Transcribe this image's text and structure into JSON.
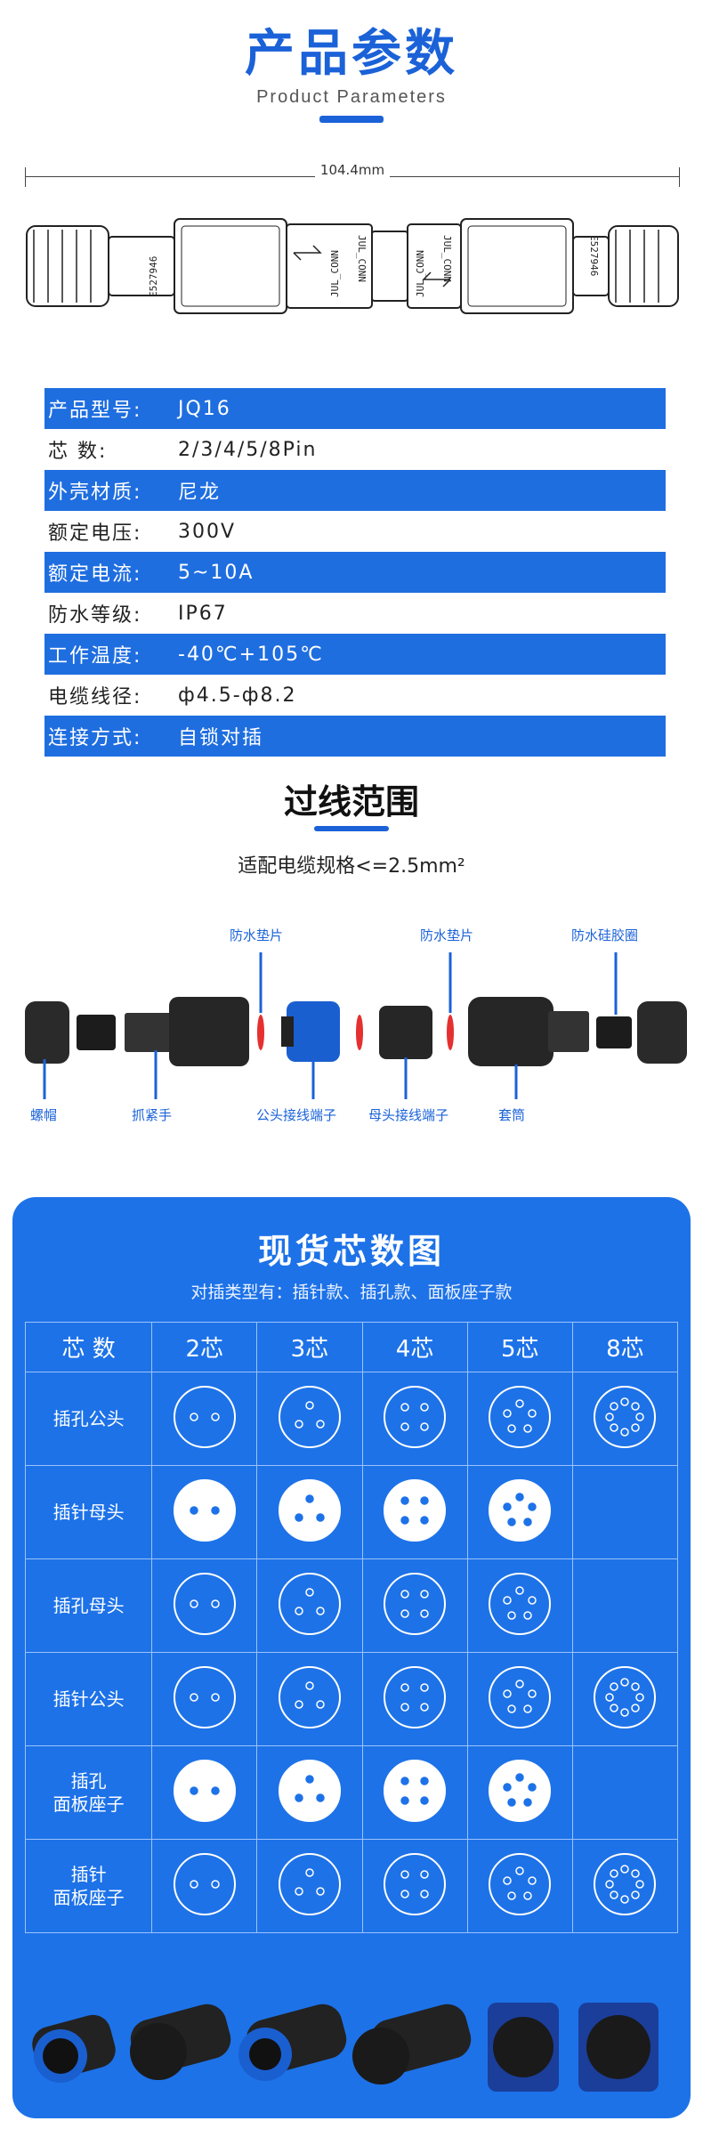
{
  "header": {
    "title": "产品参数",
    "subtitle": "Product Parameters"
  },
  "dimension": {
    "label": "104.4mm"
  },
  "product_drawing": {
    "markings": [
      "JUL_CONN",
      "JUL_CONN",
      "JUL_CONN",
      "JUL_CONN"
    ],
    "ul_marks": [
      "E527946",
      "E527946"
    ]
  },
  "specs": [
    {
      "key": "产品型号:",
      "value": "JQ16"
    },
    {
      "key": "芯    数:",
      "value": "2/3/4/5/8Pin"
    },
    {
      "key": "外壳材质:",
      "value": "尼龙"
    },
    {
      "key": "额定电压:",
      "value": "300V"
    },
    {
      "key": "额定电流:",
      "value": "5~10A"
    },
    {
      "key": "防水等级:",
      "value": "IP67"
    },
    {
      "key": "工作温度:",
      "value": "-40℃+105℃"
    },
    {
      "key": "电缆线径:",
      "value": "ф4.5-ф8.2"
    },
    {
      "key": "连接方式:",
      "value": "自锁对插"
    }
  ],
  "range": {
    "title": "过线范围",
    "subtitle": "适配电缆规格<=2.5mm²",
    "labels_top": [
      "防水垫片",
      "防水垫片",
      "防水硅胶圈"
    ],
    "labels_bottom": [
      "螺帽",
      "抓紧手",
      "公头接线端子",
      "母头接线端子",
      "套筒"
    ]
  },
  "pinmap": {
    "title": "现货芯数图",
    "subtitle": "对插类型有：插针款、插孔款、面板座子款",
    "header_first": "芯 数",
    "columns": [
      "2芯",
      "3芯",
      "4芯",
      "5芯",
      "8芯"
    ],
    "rows": [
      {
        "label": "插孔公头",
        "pins": [
          2,
          3,
          4,
          5,
          8
        ]
      },
      {
        "label": "插针母头",
        "pins": [
          2,
          3,
          4,
          5,
          0
        ]
      },
      {
        "label": "插孔母头",
        "pins": [
          2,
          3,
          4,
          5,
          0
        ]
      },
      {
        "label": "插针公头",
        "pins": [
          2,
          3,
          4,
          5,
          8
        ]
      },
      {
        "label": "插孔\n面板座子",
        "pins": [
          2,
          3,
          4,
          5,
          0
        ]
      },
      {
        "label": "插针\n面板座子",
        "pins": [
          2,
          3,
          4,
          5,
          8
        ]
      }
    ]
  },
  "colors": {
    "accent": "#1b62d8",
    "panel": "#1d72e8",
    "row_highlight": "#1f6ee0"
  }
}
